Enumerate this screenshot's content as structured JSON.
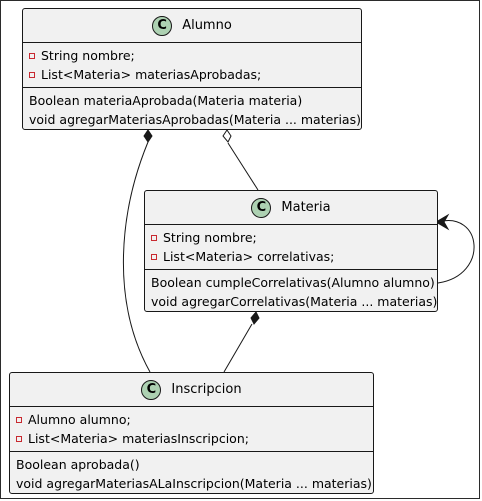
{
  "classes": {
    "alumno": {
      "badge": "C",
      "name": "Alumno",
      "fields": [
        "String nombre;",
        "List<Materia> materiasAprobadas;"
      ],
      "methods": [
        "Boolean materiaAprobada(Materia materia)",
        "void agregarMateriasAprobadas(Materia ... materias)"
      ]
    },
    "materia": {
      "badge": "C",
      "name": "Materia",
      "fields": [
        "String nombre;",
        "List<Materia> correlativas;"
      ],
      "methods": [
        "Boolean cumpleCorrelativas(Alumno alumno)",
        "void agregarCorrelativas(Materia ... materias)"
      ]
    },
    "inscripcion": {
      "badge": "C",
      "name": "Inscripcion",
      "fields": [
        "Alumno alumno;",
        "List<Materia> materiasInscripcion;"
      ],
      "methods": [
        "Boolean aprobada()",
        "void agregarMateriasALaInscripcion(Materia ... materias)"
      ]
    }
  },
  "colors": {
    "class_fill": "#f1f1f1",
    "badge_fill": "#add1b2",
    "field_marker": "#c82930",
    "line": "#181818"
  }
}
